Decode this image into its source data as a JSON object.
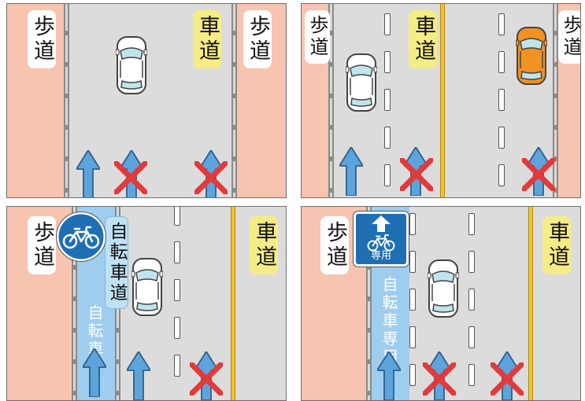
{
  "panels": {
    "tl": {
      "sidewalk": "歩道",
      "roadway": "車道"
    },
    "tr": {
      "sidewalk": "歩道",
      "roadway": "車道",
      "sidewalk_right": "歩道"
    },
    "bl": {
      "sidewalk": "歩道",
      "bike_lane_label": "自転車道",
      "lane_text": "自転車",
      "roadway": "車道"
    },
    "br": {
      "sidewalk": "歩道",
      "sign_text": "専用",
      "lane_text": "自転車専用",
      "roadway": "車道"
    }
  },
  "icons": [
    "car-icon",
    "up-arrow-icon",
    "red-x-icon",
    "bicycle-sign-icon",
    "bicycle-only-sign-icon"
  ],
  "colors": {
    "sidewalk": "#f7c4b0",
    "road": "#dcdcdc",
    "arrow": "#5ea4dc",
    "cross": "#e23a3a",
    "yellow_line": "#f2c230",
    "bike_lane": "#9fcdef",
    "sign_blue": "#1f6fb4",
    "orange_car": "#f29222"
  }
}
